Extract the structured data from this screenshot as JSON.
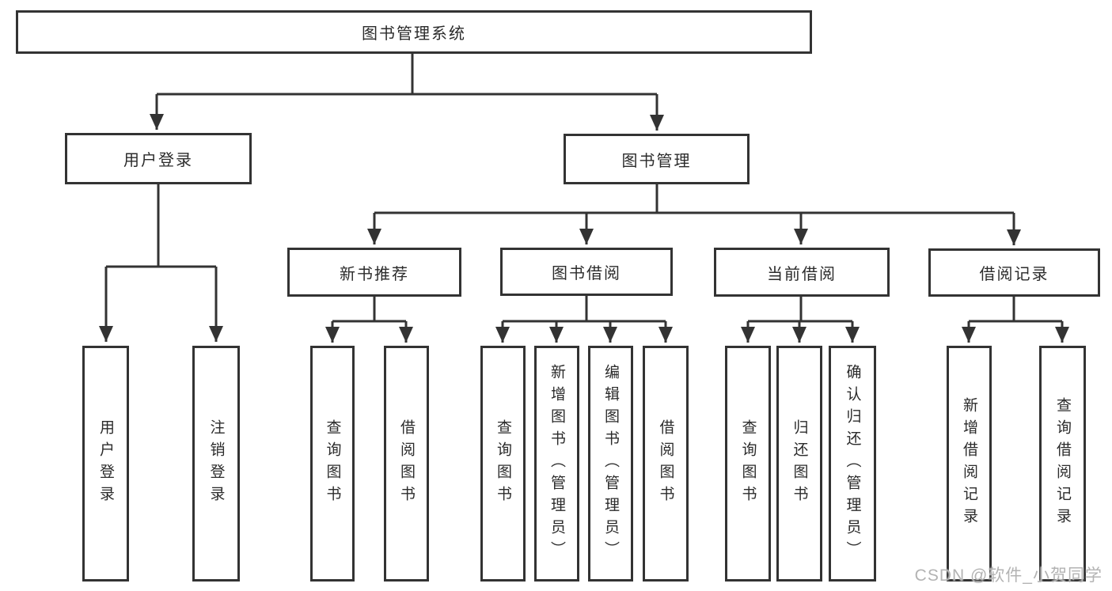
{
  "colors": {
    "line": "#333333",
    "border": "#333333",
    "box_fill": "#ffffff",
    "text": "#2b2b2b",
    "background": "#ffffff",
    "watermark": "#b3b3b3"
  },
  "watermark": {
    "text": "CSDN @软件_小贺同学"
  },
  "tree": {
    "root": "图书管理系统",
    "branches": [
      {
        "label": "用户登录",
        "leaves": [
          "用户登录",
          "注销登录"
        ]
      },
      {
        "label": "图书管理",
        "groups": [
          {
            "label": "新书推荐",
            "leaves": [
              "查询图书",
              "借阅图书"
            ]
          },
          {
            "label": "图书借阅",
            "leaves": [
              "查询图书",
              "新增图书（管理员）",
              "编辑图书（管理员）",
              "借阅图书"
            ]
          },
          {
            "label": "当前借阅",
            "leaves": [
              "查询图书",
              "归还图书",
              "确认归还（管理员）"
            ]
          },
          {
            "label": "借阅记录",
            "leaves": [
              "新增借阅记录",
              "查询借阅记录"
            ]
          }
        ]
      }
    ]
  }
}
